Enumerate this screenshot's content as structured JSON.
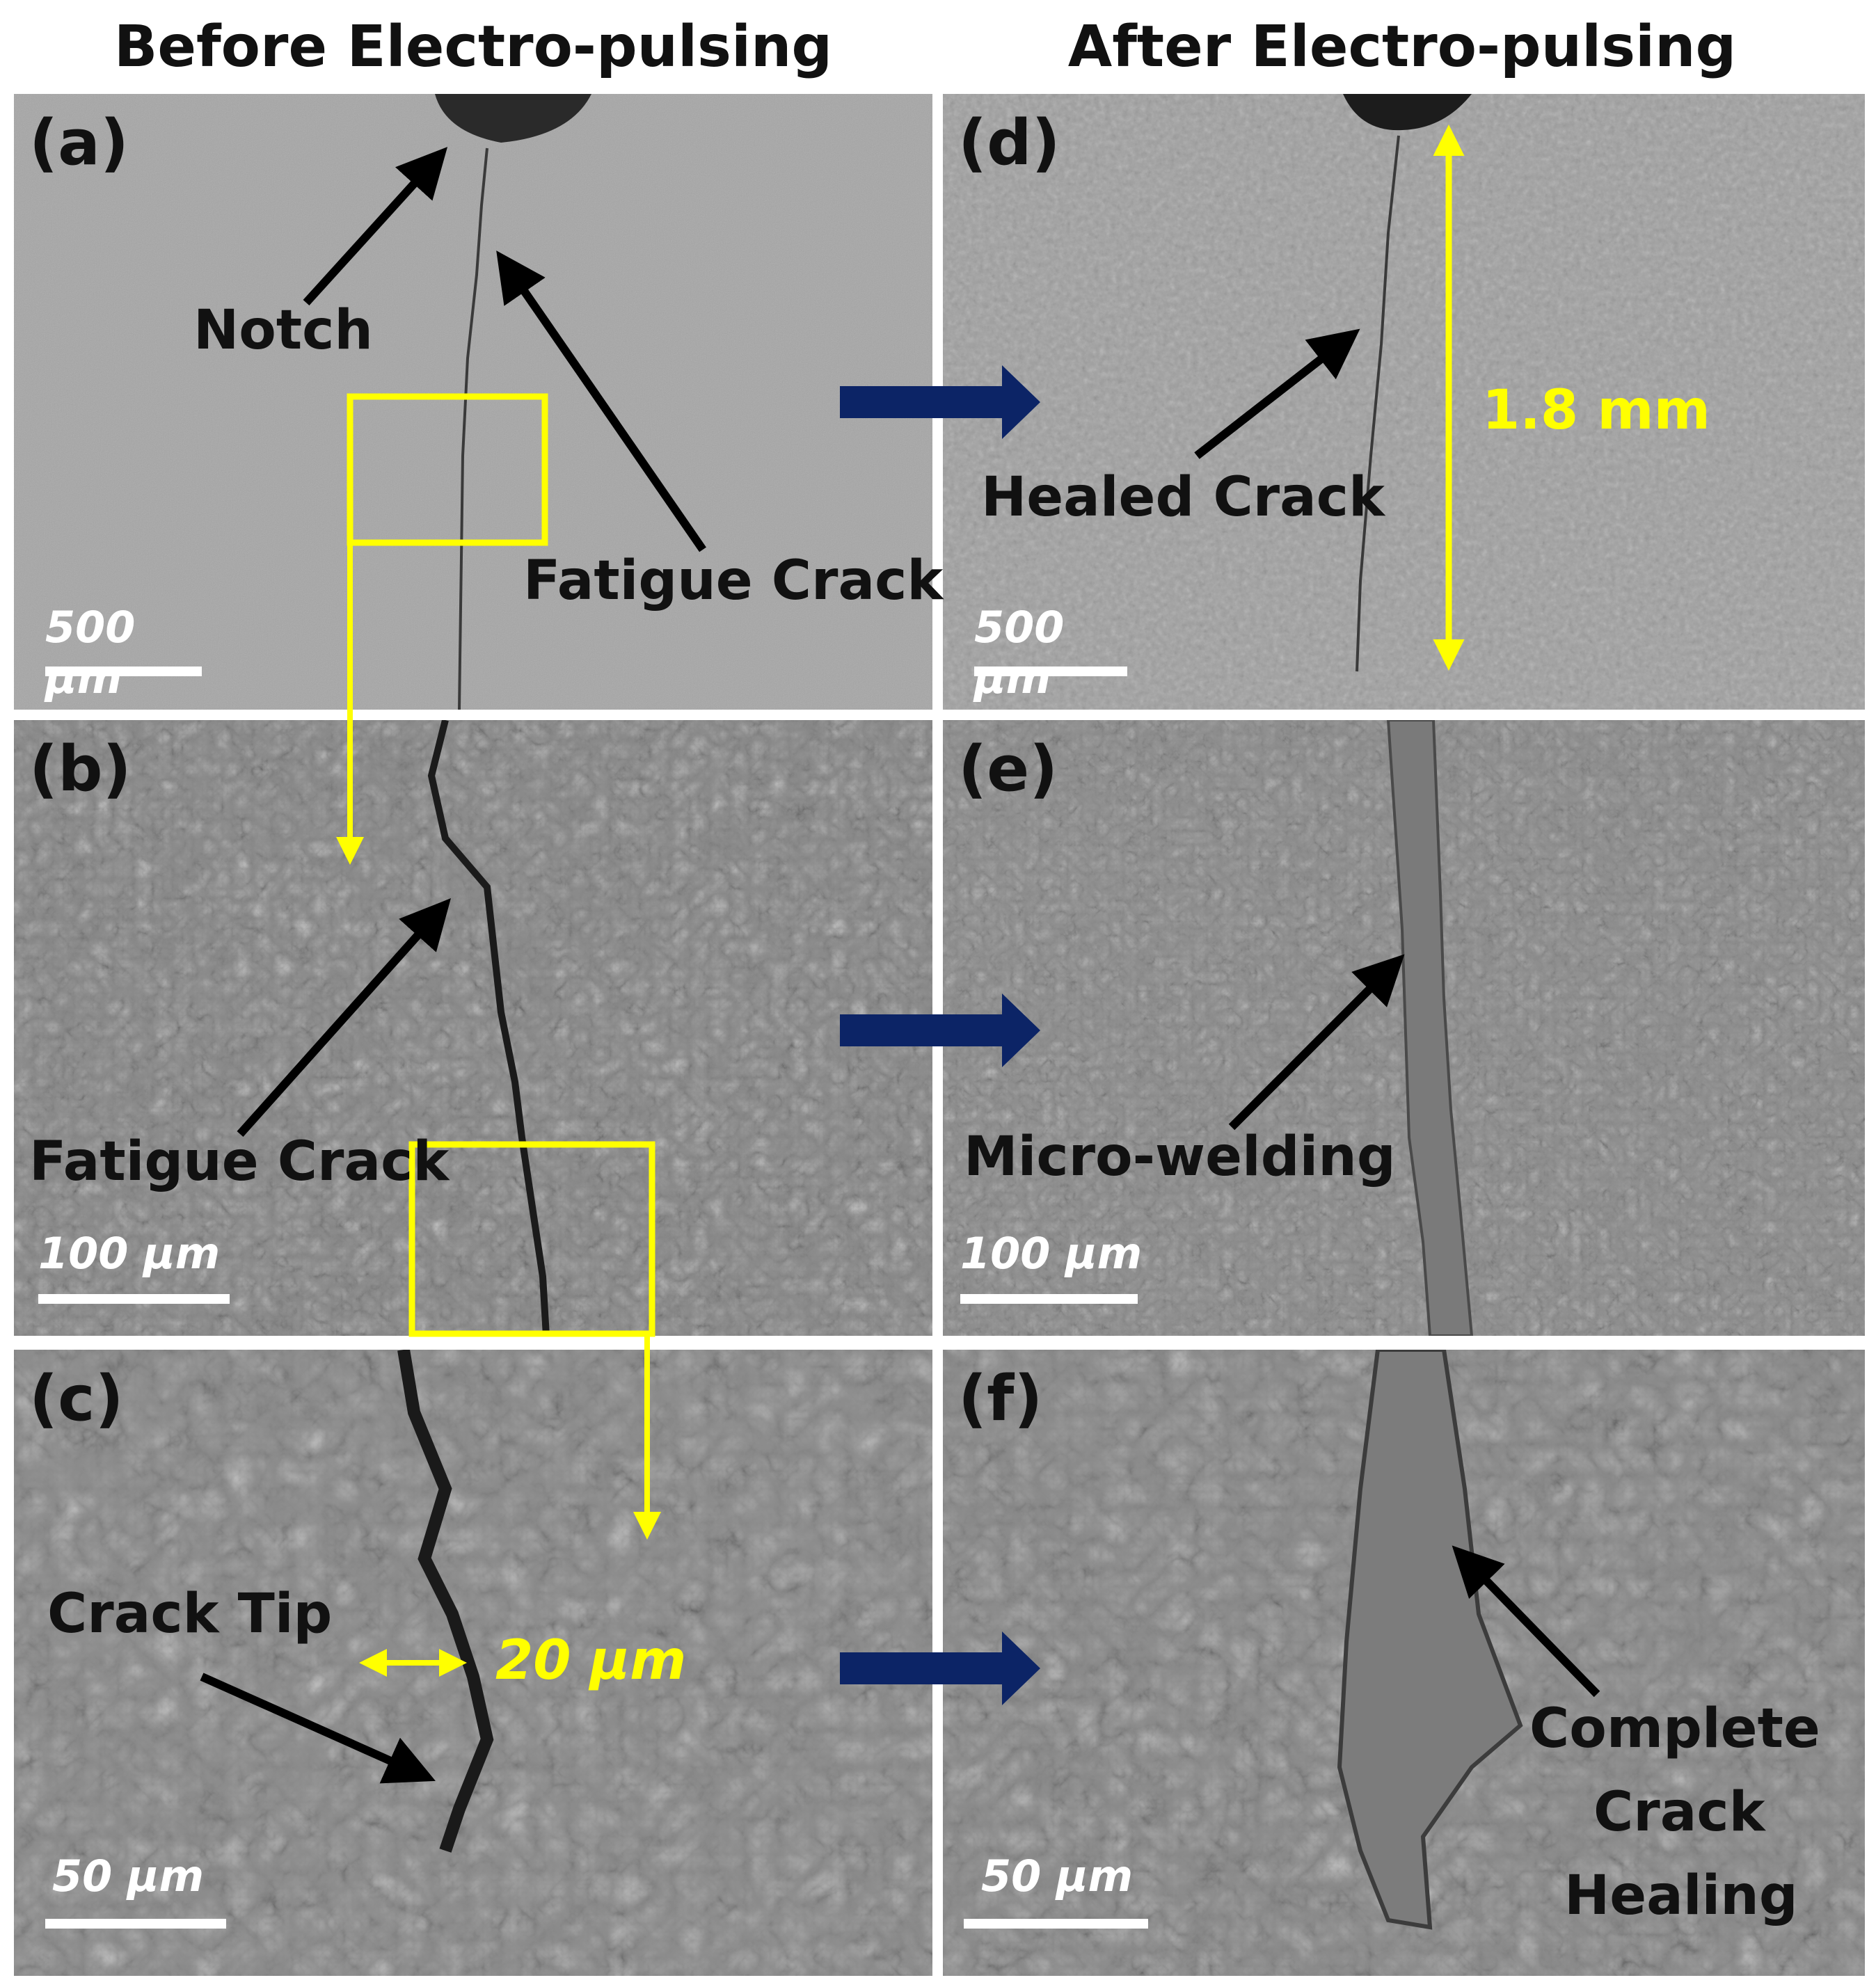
{
  "headers": {
    "before": "Before Electro-pulsing",
    "after": "After Electro-pulsing"
  },
  "panels": {
    "a": {
      "label": "(a)",
      "scale": "500 μm"
    },
    "b": {
      "label": "(b)",
      "scale": "100 μm"
    },
    "c": {
      "label": "(c)",
      "scale": "50 μm"
    },
    "d": {
      "label": "(d)",
      "scale": "500 μm"
    },
    "e": {
      "label": "(e)",
      "scale": "100 μm"
    },
    "f": {
      "label": "(f)",
      "scale": "50 μm"
    }
  },
  "annotations": {
    "notch": "Notch",
    "fatigue_crack_a": "Fatigue Crack",
    "fatigue_crack_b": "Fatigue Crack",
    "crack_tip": "Crack Tip",
    "width": "20 μm",
    "healed_crack": "Healed Crack",
    "length": "1.8 mm",
    "micro_welding": "Micro-welding",
    "complete_healing": [
      "Complete",
      "Crack",
      "Healing"
    ]
  },
  "colors": {
    "annotation_yellow": "#ffff00",
    "transition_arrow": "#0c2466",
    "label_arrow": "#000000"
  }
}
